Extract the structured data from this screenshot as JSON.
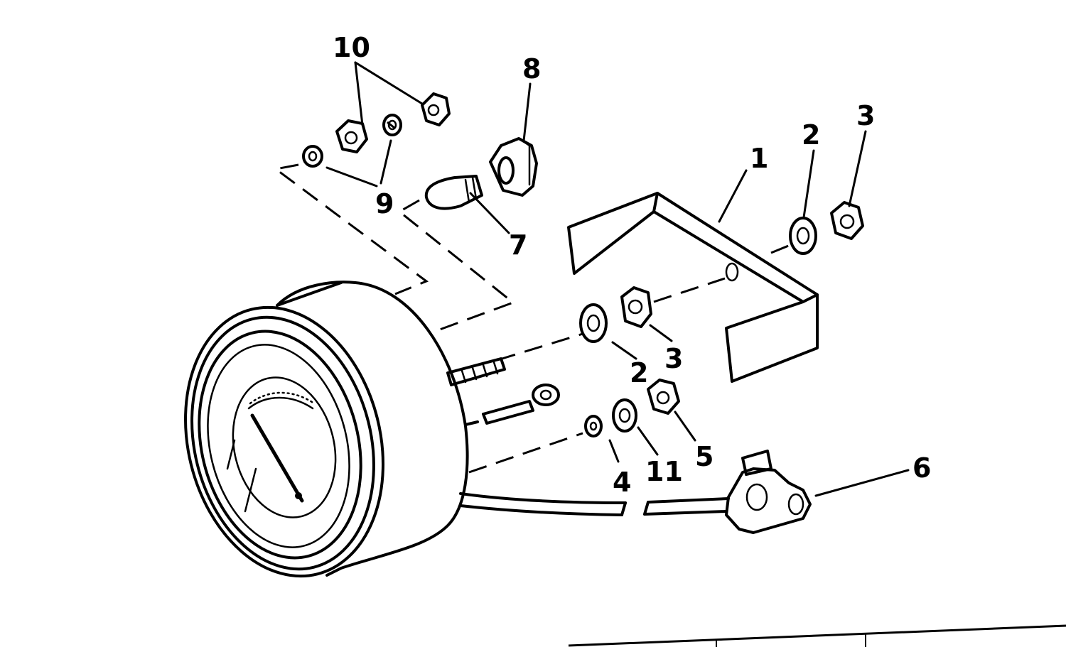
{
  "callouts": {
    "c1": "1",
    "c2a": "2",
    "c2b": "2",
    "c3a": "3",
    "c3b": "3",
    "c4": "4",
    "c5": "5",
    "c6": "6",
    "c7": "7",
    "c8": "8",
    "c9": "9",
    "c10": "10",
    "c11": "11"
  },
  "colors": {
    "ink": "#000000",
    "paper": "#ffffff"
  }
}
